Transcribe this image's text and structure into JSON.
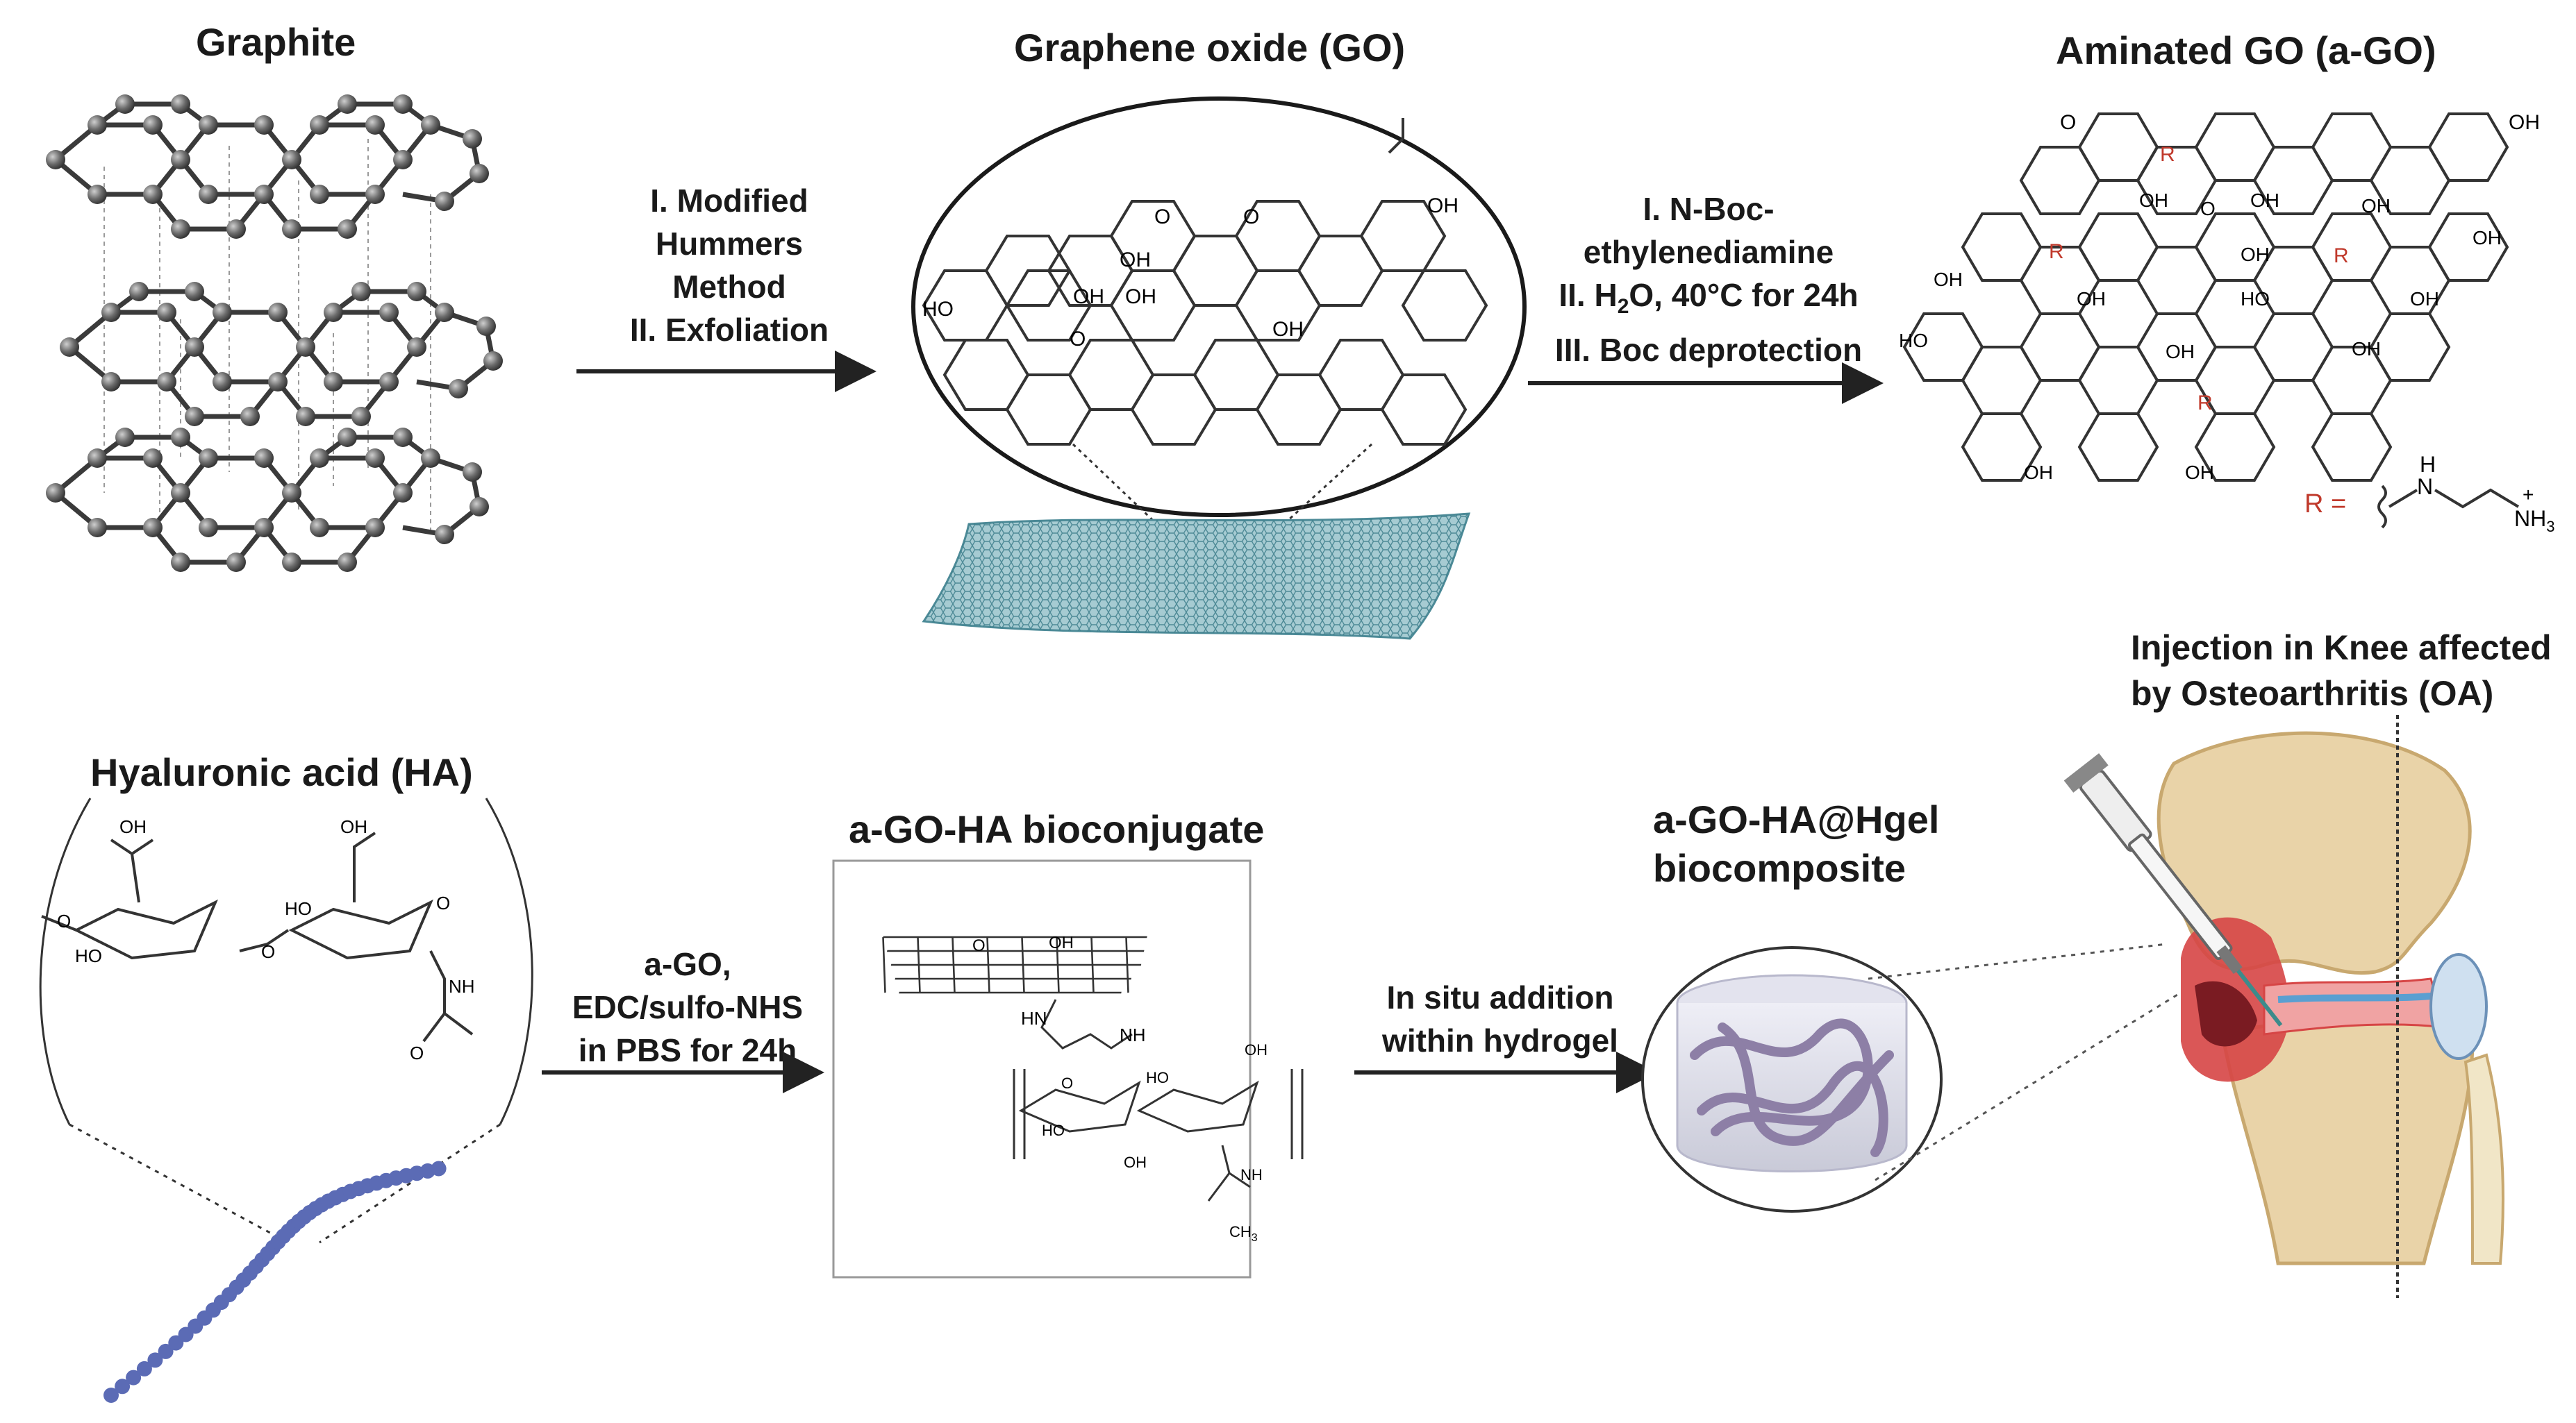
{
  "titles": {
    "graphite": "Graphite",
    "go": "Graphene oxide (GO)",
    "ago": "Aminated GO (a-GO)",
    "ha": "Hyaluronic acid (HA)",
    "bioconjugate": "a-GO-HA bioconjugate",
    "biocomposite_line1": "a-GO-HA@Hgel",
    "biocomposite_line2": "biocomposite",
    "injection_line1": "Injection in Knee affected",
    "injection_line2": "by Osteoarthritis (OA)"
  },
  "steps": {
    "step1": [
      "I. Modified",
      "Hummers",
      "Method",
      "II. Exfoliation"
    ],
    "step2_line1": "I. N-Boc-",
    "step2_line2": "ethylenediamine",
    "step2_line3_a": "II. H",
    "step2_line3_sub": "2",
    "step2_line3_b": "O, 40°C for 24h",
    "step2_line4": "III. Boc deprotection",
    "step3": [
      "a-GO,",
      "EDC/sulfo-NHS",
      "in PBS for 24h"
    ],
    "step4": [
      "In situ addition",
      "within hydrogel"
    ]
  },
  "chem": {
    "oh": "OH",
    "ho": "HO",
    "o": "O",
    "r": "R",
    "r_eq": "R =",
    "h": "H",
    "n": "N",
    "nh3": "NH",
    "sub3": "3",
    "plus": "+",
    "hn": "HN",
    "nh": "NH",
    "ch3": "CH"
  },
  "colors": {
    "arrow": "#222222",
    "r_group": "#c0392b",
    "graphene": "#6aa7b3",
    "ha_chain": "#5b6bb5",
    "hydrogel": "#8d7fa6",
    "bone": "#e9d3a8",
    "inflamed": "#d64545"
  }
}
